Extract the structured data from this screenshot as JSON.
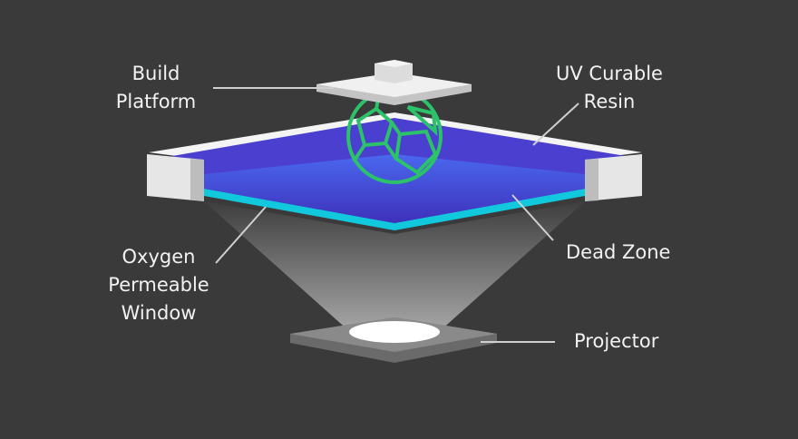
{
  "labels": {
    "build_platform": [
      "Build",
      "Platform"
    ],
    "uv_resin": [
      "UV Curable",
      "Resin"
    ],
    "oxygen_window": [
      "Oxygen",
      "Permeable",
      "Window"
    ],
    "dead_zone": "Dead Zone",
    "projector": "Projector"
  },
  "colors": {
    "background": "#3a3a3a",
    "resin": "#4b3fcf",
    "dead_zone": "#4466ee",
    "window": "#12c8dc",
    "part": "#2bc26a",
    "platform": "#e8e8e8"
  }
}
